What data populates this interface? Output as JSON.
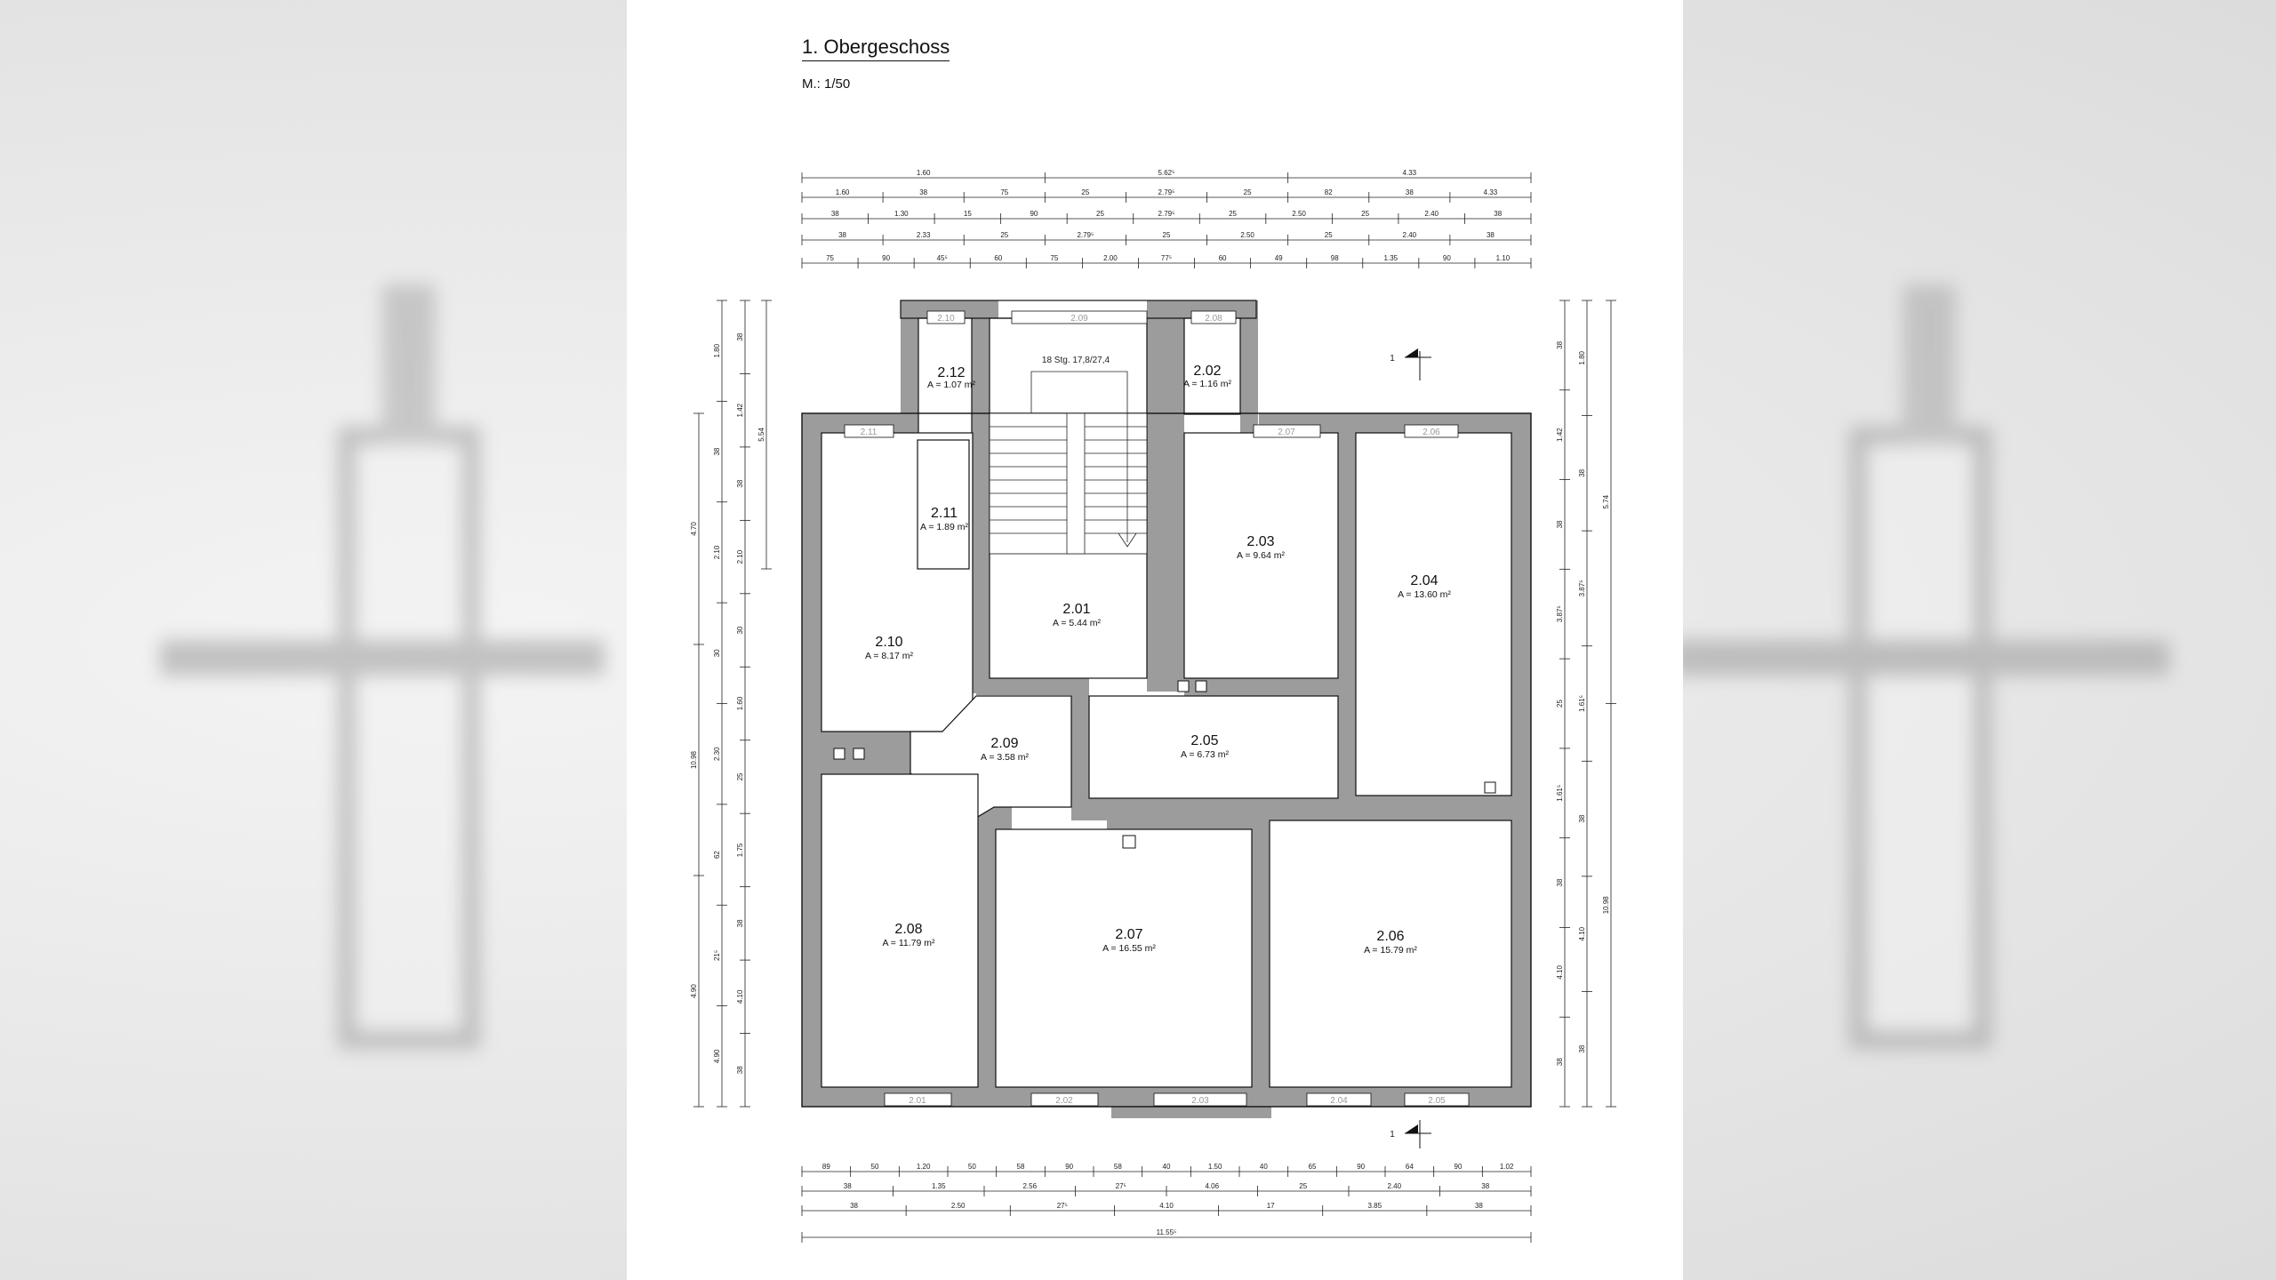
{
  "drawing": {
    "title": "1. Obergeschoss",
    "scale": "M.: 1/50",
    "stair_label": "18 Stg. 17,8/27,4",
    "section_marker": "1"
  },
  "rooms": [
    {
      "id": "2.01",
      "area": "A = 5.44 m²"
    },
    {
      "id": "2.02",
      "area": "A = 1.16 m²"
    },
    {
      "id": "2.03",
      "area": "A = 9.64 m²"
    },
    {
      "id": "2.04",
      "area": "A = 13.60 m²"
    },
    {
      "id": "2.05",
      "area": "A = 6.73 m²"
    },
    {
      "id": "2.06",
      "area": "A = 15.79 m²"
    },
    {
      "id": "2.07",
      "area": "A = 16.55 m²"
    },
    {
      "id": "2.08",
      "area": "A = 11.79 m²"
    },
    {
      "id": "2.09",
      "area": "A = 3.58 m²"
    },
    {
      "id": "2.10",
      "area": "A = 8.17 m²"
    },
    {
      "id": "2.11",
      "area": "A = 1.89 m²"
    },
    {
      "id": "2.12",
      "area": "A = 1.07 m²"
    }
  ],
  "windows": {
    "top": [
      "2.10",
      "2.09",
      "2.08",
      "2.11",
      "2.07",
      "2.06"
    ],
    "bottom": [
      "2.01",
      "2.02",
      "2.03",
      "2.04",
      "2.05"
    ]
  },
  "dimensions": {
    "top_row1": [
      "1.60",
      "5.62⁵",
      "4.33"
    ],
    "top_row2": [
      "1.60",
      "38",
      "75",
      "25",
      "2.79⁵",
      "25",
      "82",
      "38",
      "4.33"
    ],
    "top_row3": [
      "38",
      "1.30",
      "15",
      "90",
      "25",
      "2.79⁵",
      "25",
      "2.50",
      "25",
      "2.40",
      "38"
    ],
    "top_row4": [
      "38",
      "2.33",
      "25",
      "2.79⁵",
      "25",
      "2.50",
      "25",
      "2.40",
      "38"
    ],
    "top_row5": [
      "75",
      "90",
      "45⁵",
      "60",
      "75",
      "2.00",
      "77⁵",
      "60",
      "49",
      "98",
      "1.35",
      "90",
      "1.10"
    ],
    "bottom_row1": [
      "89",
      "50",
      "1.20",
      "50",
      "58",
      "90",
      "58",
      "40",
      "1.50",
      "40",
      "65",
      "90",
      "64",
      "90",
      "1.02"
    ],
    "bottom_row2": [
      "38",
      "1.35",
      "2.56",
      "27⁵",
      "4.06",
      "25",
      "2.40",
      "38"
    ],
    "bottom_row3": [
      "38",
      "2.50",
      "27⁵",
      "4.10",
      "17",
      "3.85",
      "38"
    ],
    "bottom_total": "11.55⁵",
    "left_outer": [
      "4.70",
      "10.98",
      "4.90"
    ],
    "left_mid": [
      "1.80",
      "38",
      "2.10",
      "30",
      "2.30",
      "62",
      "21⁵",
      "4.90"
    ],
    "left_inner": [
      "38",
      "1.42",
      "38",
      "2.10",
      "30",
      "1.60",
      "25",
      "1.75",
      "38",
      "4.10",
      "38"
    ],
    "left_side": [
      "5.54"
    ],
    "right_inner": [
      "38",
      "1.42",
      "38",
      "3.87⁵",
      "25",
      "1.61⁵",
      "38",
      "4.10",
      "38"
    ],
    "right_mid": [
      "1.80",
      "38",
      "3.87⁵",
      "1.61⁵",
      "38",
      "4.10",
      "38"
    ],
    "right_outer": [
      "5.74",
      "10.98"
    ]
  }
}
